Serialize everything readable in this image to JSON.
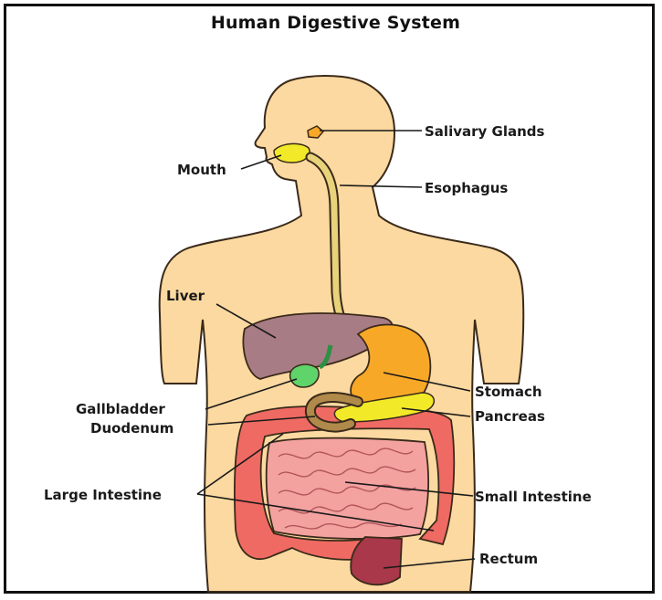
{
  "title": "Human Digestive System",
  "labels": {
    "salivary_glands": "Salivary Glands",
    "mouth": "Mouth",
    "esophagus": "Esophagus",
    "liver": "Liver",
    "gallbladder": "Gallbladder",
    "duodenum": "Duodenum",
    "stomach": "Stomach",
    "pancreas": "Pancreas",
    "large_intestine": "Large Intestine",
    "small_intestine": "Small Intestine",
    "rectum": "Rectum"
  },
  "colors": {
    "skin": "#FCD9A0",
    "outline": "#3a2a1a",
    "liver": "#A87C84",
    "stomach": "#F8A827",
    "gallbladder": "#5FD46A",
    "pancreas": "#F2EA28",
    "large_intestine": "#EF6A63",
    "small_intestine": "#F3A2A0",
    "rectum": "#A8384A",
    "esophagus": "#E8D27A"
  }
}
